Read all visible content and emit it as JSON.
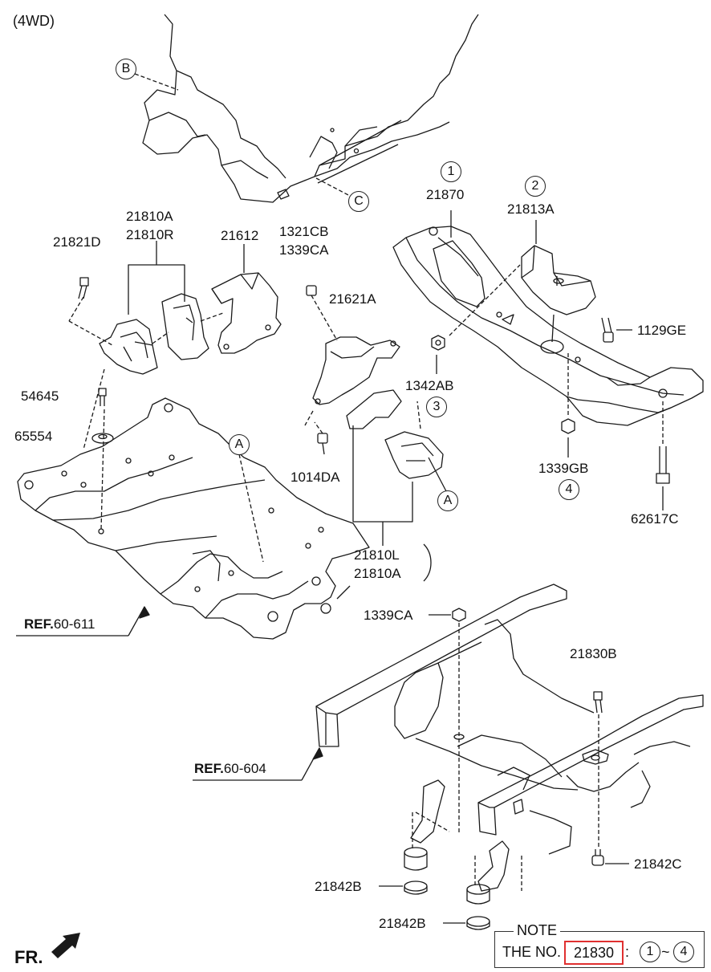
{
  "variant_label": "(4WD)",
  "fr_label": "FR.",
  "ref_labels": [
    {
      "prefix": "REF.",
      "code": "60-611"
    },
    {
      "prefix": "REF.",
      "code": "60-604"
    }
  ],
  "part_labels": {
    "p21821D": "21821D",
    "p21810A_top": "21810A",
    "p21810R": "21810R",
    "p21612": "21612",
    "p1321CB": "1321CB",
    "p1339CA_top": "1339CA",
    "p21621A": "21621A",
    "p54645": "54645",
    "p65554": "65554",
    "p1014DA": "1014DA",
    "p21810L": "21810L",
    "p21810A_bottom": "21810A",
    "p21870": "21870",
    "p21813A": "21813A",
    "p1129GE": "1129GE",
    "p1342AB": "1342AB",
    "p1339GB": "1339GB",
    "p62617C": "62617C",
    "p1339CA_bottom": "1339CA",
    "p21830B": "21830B",
    "p21842C": "21842C",
    "p21842B_upper": "21842B",
    "p21842B_lower": "21842B"
  },
  "reference_circles": {
    "B": "B",
    "C": "C",
    "A_left": "A",
    "A_right": "A",
    "n1": "1",
    "n2": "2",
    "n3": "3",
    "n4": "4"
  },
  "note": {
    "title": "NOTE",
    "text": "THE NO.",
    "part_no": "21830",
    "colon": ":",
    "range_start": "1",
    "tilde": "~",
    "range_end": "4",
    "highlight_color": "#e03030"
  }
}
